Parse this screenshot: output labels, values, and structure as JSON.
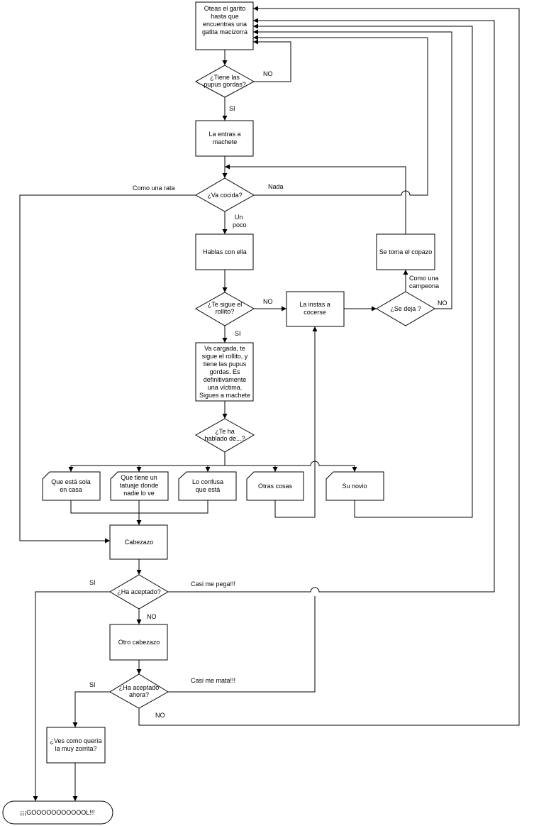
{
  "colors": {
    "stroke": "#000000",
    "fill": "#ffffff",
    "text": "#000000"
  },
  "nodes": {
    "otear": [
      "Oteas el garito",
      "hasta que",
      "encuentras una",
      "gatita macizorra"
    ],
    "pupus": [
      "¿Tiene las",
      "pupus gordas?"
    ],
    "entras": [
      "La entras a",
      "machete"
    ],
    "cocida": [
      "¿Va cocida?"
    ],
    "hablas": [
      "Hablas con ella"
    ],
    "rollito": [
      "¿Te sigue el",
      "rollito?"
    ],
    "instas": [
      "La instas a",
      "cocerse"
    ],
    "deja": [
      "¿Se deja ?"
    ],
    "copazo": [
      "Se toma el copazo"
    ],
    "victima": [
      "Va cargada, te",
      "sigue el rollito, y",
      "tiene las pupus",
      "gordas. Es",
      "definitivamente",
      "una víctima.",
      "Sigues a machete"
    ],
    "hablado": [
      "¿Te ha",
      "hablado de...?"
    ],
    "sola": [
      "Que está sola",
      "en casa"
    ],
    "tatuaje": [
      "Que tiene un",
      "tatuaje donde",
      "nadie lo ve"
    ],
    "confusa": [
      "Lo confusa",
      "que está"
    ],
    "otras": [
      "Otras cosas"
    ],
    "novio": [
      "Su novio"
    ],
    "cabezazo": [
      "Cabezazo"
    ],
    "aceptado": [
      "¿Ha aceptado?"
    ],
    "otro": [
      "Otro cabezazo"
    ],
    "aceptado_ahora": [
      "¿Ha aceptado",
      "ahora?"
    ],
    "queria": [
      "¿Ves como quería",
      "la muy zorrita?"
    ],
    "gol": [
      "¡¡¡GOOOOOOOOOOOL!!!"
    ]
  },
  "edge_labels": {
    "pupus_no": "NO",
    "pupus_si": "SI",
    "cocida_rata": "Como una rata",
    "cocida_nada": "Nada",
    "cocida_poco": [
      "Un",
      "poco"
    ],
    "rollito_no": "NO",
    "rollito_si": "SI",
    "deja_campeona": [
      "Como una",
      "campeona"
    ],
    "deja_no": "NO",
    "aceptado_si": "SI",
    "aceptado_pega": "Casi me pega!!!",
    "aceptado_no": "NO",
    "ahora_si": "SI",
    "ahora_mata": "Casi me mata!!!",
    "ahora_no": "NO"
  }
}
